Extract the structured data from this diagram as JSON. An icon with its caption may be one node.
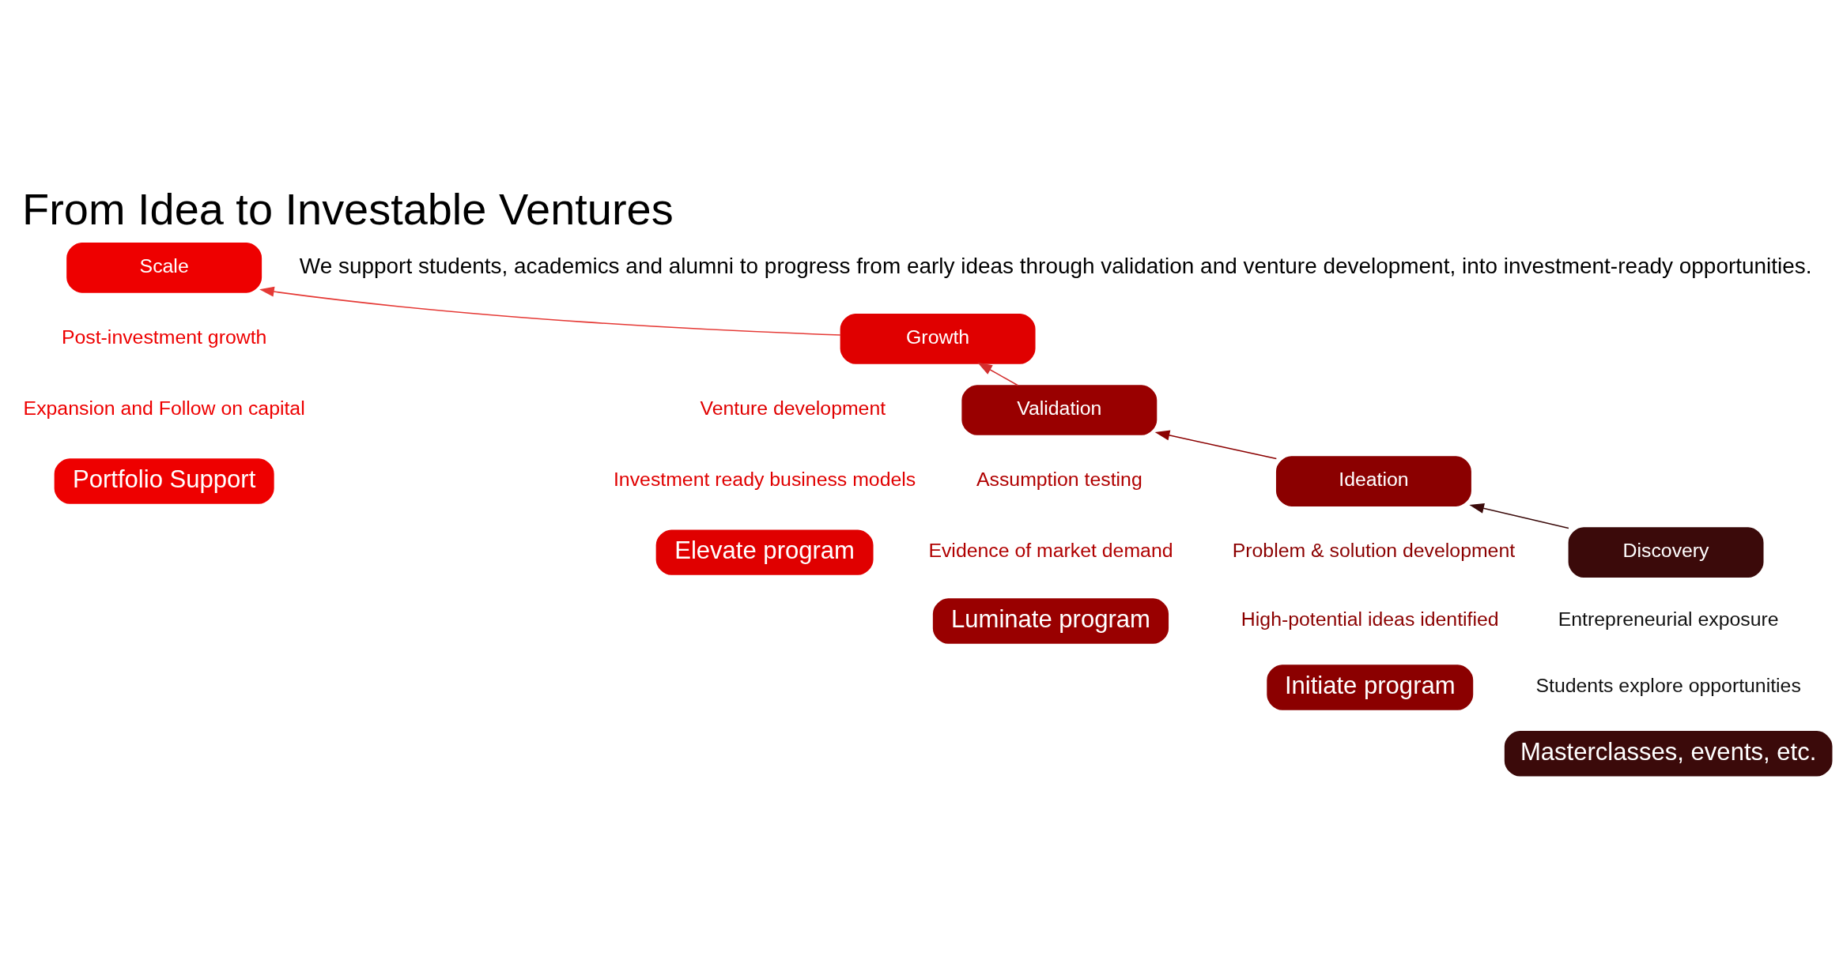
{
  "diagram": {
    "title": "From Idea to Investable Ventures",
    "nodes": [
      {
        "text": [
          "Discovery"
        ],
        "beside": [
          "Entrepreneurial exposure",
          "Students explore opportunities"
        ]
      },
      {
        "text": [
          "Masterclasses, events, etc."
        ]
      },
      {
        "text": [
          "Ideation"
        ],
        "beside": [
          "Problem & solution development",
          "High-potential ideas identified"
        ]
      },
      {
        "text": [
          "Initiate program"
        ]
      },
      {
        "text": [
          "Validation"
        ],
        "beside": [
          "Assumption testing",
          "Evidence of market demand"
        ]
      },
      {
        "text": [
          "Luminate program"
        ]
      },
      {
        "text": [
          "Growth"
        ],
        "beside": [
          "Venture development",
          "Investment ready business models"
        ]
      },
      {
        "text": [
          "Elevate program"
        ]
      },
      {
        "text": [
          "Scale"
        ],
        "beside": [
          "Post-investment growth",
          "Expansion and Follow on capital"
        ]
      },
      {
        "text": [
          "Portfolio Support"
        ]
      }
    ],
    "edges": [
      {
        "from": 0,
        "to": 2,
        "arrow": "to",
        "color": "#3b0a0a"
      },
      {
        "from": 2,
        "to": 4,
        "arrow": "to",
        "color": "#8b0000"
      },
      {
        "from": 4,
        "to": 6,
        "arrow": "to",
        "color": "#d32f2f"
      },
      {
        "from": 6,
        "to": 8,
        "arrow": "to",
        "color": "#e53935"
      }
    ],
    "labels": [
      "We support students, academics and alumni to progress from early ideas through validation and venture development, into investment-ready opportunities."
    ]
  }
}
